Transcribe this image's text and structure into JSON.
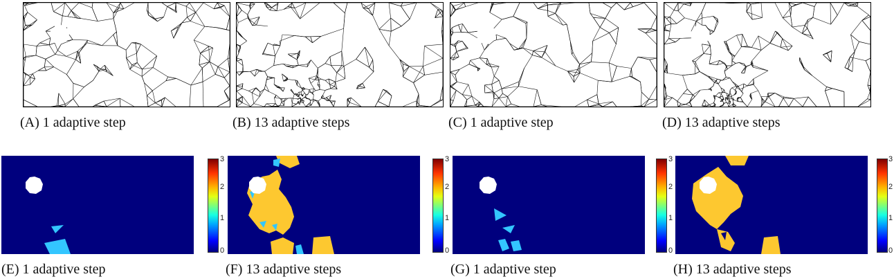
{
  "mesh_panels": [
    {
      "id": "A",
      "caption": "(A) 1 adaptive step"
    },
    {
      "id": "B",
      "caption": "(B) 13 adaptive steps"
    },
    {
      "id": "C",
      "caption": "(C) 1 adaptive step"
    },
    {
      "id": "D",
      "caption": "(D) 13 adaptive steps"
    }
  ],
  "field_panels": [
    {
      "id": "E",
      "caption": "(E) 1 adaptive step"
    },
    {
      "id": "F",
      "caption": "(F) 13 adaptive steps"
    },
    {
      "id": "G",
      "caption": "(G) 1 adaptive step"
    },
    {
      "id": "H",
      "caption": "(H) 13 adaptive steps"
    }
  ],
  "colorbar": {
    "ticks": [
      "0",
      "1",
      "2",
      "3"
    ],
    "colors": {
      "low": "#00007f",
      "mid": "#7dff7a",
      "high": "#7f0000",
      "refined": "#fdc830",
      "partial": "#33c6ff"
    }
  }
}
